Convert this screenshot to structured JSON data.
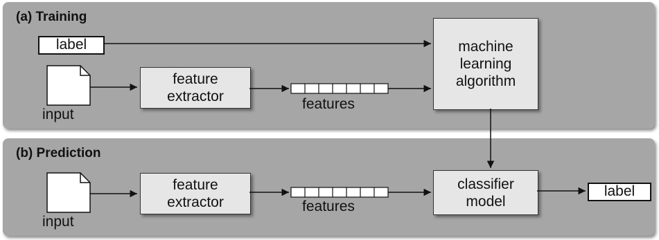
{
  "training": {
    "title": "(a) Training",
    "label": "label",
    "input": "input",
    "extractor_line1": "feature",
    "extractor_line2": "extractor",
    "features": "features",
    "ml_line1": "machine",
    "ml_line2": "learning",
    "ml_line3": "algorithm"
  },
  "prediction": {
    "title": "(b) Prediction",
    "input": "input",
    "extractor_line1": "feature",
    "extractor_line2": "extractor",
    "features": "features",
    "classifier_line1": "classifier",
    "classifier_line2": "model",
    "label": "label"
  },
  "colors": {
    "panel": "#a6a6a6",
    "box": "#e6e6e6",
    "line": "#111111"
  }
}
